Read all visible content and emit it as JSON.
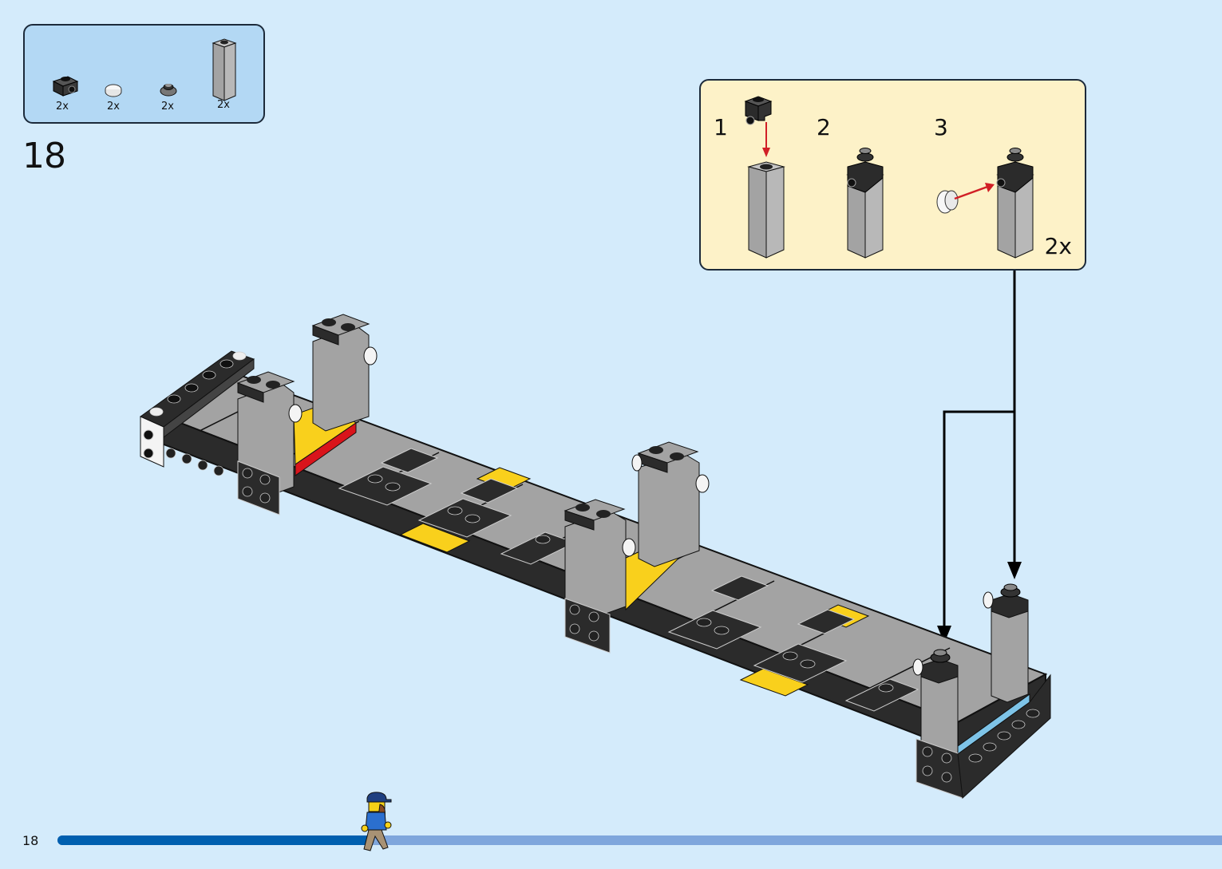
{
  "page": {
    "page_number": "18",
    "step_number": "18",
    "progress_fraction": 0.27
  },
  "parts_list": {
    "items": [
      {
        "name": "bracket-1x1-black",
        "color": "#2b2b2b",
        "quantity": "2x"
      },
      {
        "name": "round-tile-1x1-transparent",
        "color": "#f2f2f2",
        "quantity": "2x"
      },
      {
        "name": "round-plate-1x1-dark-gray",
        "color": "#6b6b6b",
        "quantity": "2x"
      },
      {
        "name": "brick-1x1x3-gray",
        "color": "#a3a3a3",
        "quantity": "2x"
      }
    ]
  },
  "sub_assembly": {
    "steps": [
      {
        "number": "1"
      },
      {
        "number": "2"
      },
      {
        "number": "3"
      }
    ],
    "multiplier": "2x"
  },
  "colors": {
    "background": "#d4ebfb",
    "parts_box": "#b3d8f4",
    "sub_box": "#fdf2c8",
    "gray_part": "#a3a3a3",
    "black_part": "#2b2b2b",
    "yellow_tile": "#f9d01c",
    "red_plate": "#d9141b",
    "blue_tile": "#7ec4e8",
    "arrow_red": "#d11f26",
    "progress_done": "#005faf",
    "progress_remaining": "#7fa6dc"
  }
}
